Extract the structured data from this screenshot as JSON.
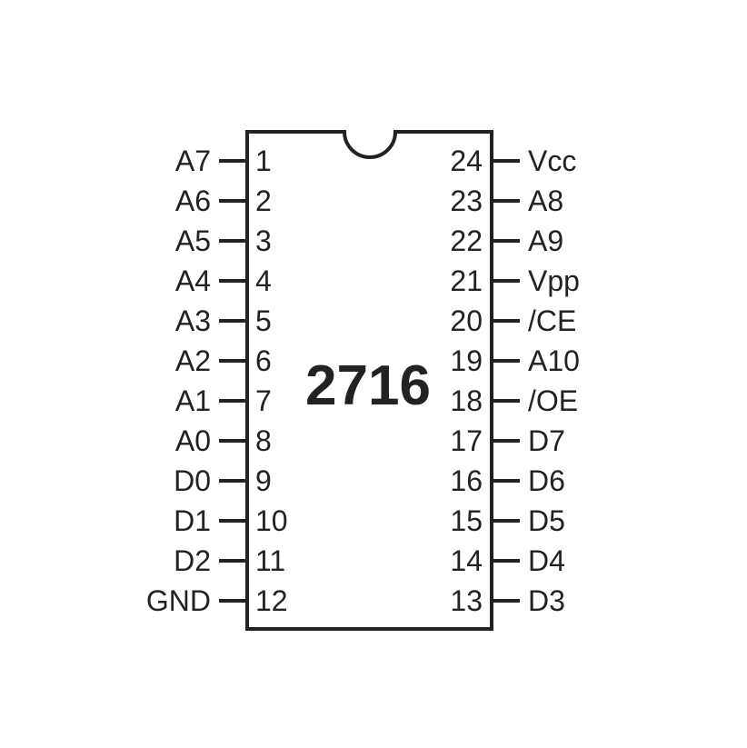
{
  "chip": {
    "name": "2716"
  },
  "pins": {
    "left": [
      {
        "number": "1",
        "label": "A7"
      },
      {
        "number": "2",
        "label": "A6"
      },
      {
        "number": "3",
        "label": "A5"
      },
      {
        "number": "4",
        "label": "A4"
      },
      {
        "number": "5",
        "label": "A3"
      },
      {
        "number": "6",
        "label": "A2"
      },
      {
        "number": "7",
        "label": "A1"
      },
      {
        "number": "8",
        "label": "A0"
      },
      {
        "number": "9",
        "label": "D0"
      },
      {
        "number": "10",
        "label": "D1"
      },
      {
        "number": "11",
        "label": "D2"
      },
      {
        "number": "12",
        "label": "GND"
      }
    ],
    "right": [
      {
        "number": "24",
        "label": "Vcc"
      },
      {
        "number": "23",
        "label": "A8"
      },
      {
        "number": "22",
        "label": "A9"
      },
      {
        "number": "21",
        "label": "Vpp"
      },
      {
        "number": "20",
        "label": "/CE"
      },
      {
        "number": "19",
        "label": "A10"
      },
      {
        "number": "18",
        "label": "/OE"
      },
      {
        "number": "17",
        "label": "D7"
      },
      {
        "number": "16",
        "label": "D6"
      },
      {
        "number": "15",
        "label": "D5"
      },
      {
        "number": "14",
        "label": "D4"
      },
      {
        "number": "13",
        "label": "D3"
      }
    ]
  },
  "colors": {
    "ink": "#222222",
    "background": "#ffffff"
  }
}
